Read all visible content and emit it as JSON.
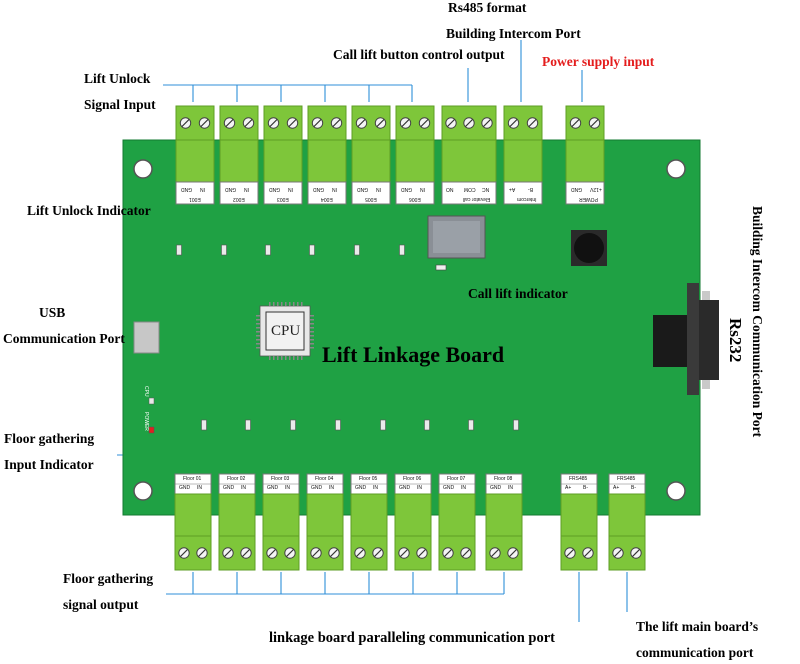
{
  "title": "Lift Linkage Board",
  "cpu": "CPU",
  "labels": {
    "rs485_format": "Rs485 format",
    "building_intercom_port": "Building Intercom Port",
    "call_lift_button": "Call lift button control output",
    "power_supply": "Power supply input",
    "lift_unlock_1": "Lift Unlock",
    "lift_unlock_2": "Signal Input",
    "lift_unlock_indicator": "Lift Unlock Indicator",
    "call_lift_indicator": "Call lift indicator",
    "usb_1": "USB",
    "usb_2": "Communication Port",
    "floor_gather_ind_1": "Floor gathering",
    "floor_gather_ind_2": "Input Indicator",
    "floor_gather_out_1": "Floor gathering",
    "floor_gather_out_2": "signal output",
    "parallel_port": "linkage board  paralleling communication port",
    "main_board_1": "The lift main board’s",
    "main_board_2": "communication port",
    "intercom_vertical": "Building Intercom Communication Port",
    "rs232": "Rs232",
    "cpu_led": "CPU",
    "power_led": "POWER"
  },
  "top_terminals": [
    {
      "name": "E001",
      "pins": [
        "IN",
        "GND"
      ]
    },
    {
      "name": "E002",
      "pins": [
        "IN",
        "GND"
      ]
    },
    {
      "name": "E003",
      "pins": [
        "IN",
        "GND"
      ]
    },
    {
      "name": "E004",
      "pins": [
        "IN",
        "GND"
      ]
    },
    {
      "name": "E005",
      "pins": [
        "IN",
        "GND"
      ]
    },
    {
      "name": "E006",
      "pins": [
        "IN",
        "GND"
      ]
    },
    {
      "name": "Elevator call",
      "pins": [
        "NC",
        "COM",
        "NO"
      ]
    },
    {
      "name": "Intercom",
      "pins": [
        "B-",
        "A+"
      ]
    },
    {
      "name": "POWER",
      "pins": [
        "+12V",
        "GND"
      ]
    }
  ],
  "bottom_terminals": [
    {
      "name": "Floor 01",
      "pins": [
        "GND",
        "IN"
      ]
    },
    {
      "name": "Floor 02",
      "pins": [
        "GND",
        "IN"
      ]
    },
    {
      "name": "Floor 03",
      "pins": [
        "GND",
        "IN"
      ]
    },
    {
      "name": "Floor 04",
      "pins": [
        "GND",
        "IN"
      ]
    },
    {
      "name": "Floor 05",
      "pins": [
        "GND",
        "IN"
      ]
    },
    {
      "name": "Floor 06",
      "pins": [
        "GND",
        "IN"
      ]
    },
    {
      "name": "Floor 07",
      "pins": [
        "GND",
        "IN"
      ]
    },
    {
      "name": "Floor 08",
      "pins": [
        "GND",
        "IN"
      ]
    },
    {
      "name": "FRS485",
      "pins": [
        "A+",
        "B-"
      ]
    },
    {
      "name": "FRS485",
      "pins": [
        "A+",
        "B-"
      ]
    }
  ],
  "colors": {
    "board": "#1fa144",
    "board_edge": "#137a30",
    "terminal": "#7ec63a",
    "terminal_dark": "#5e9e24",
    "line": "#2f8fd8"
  }
}
